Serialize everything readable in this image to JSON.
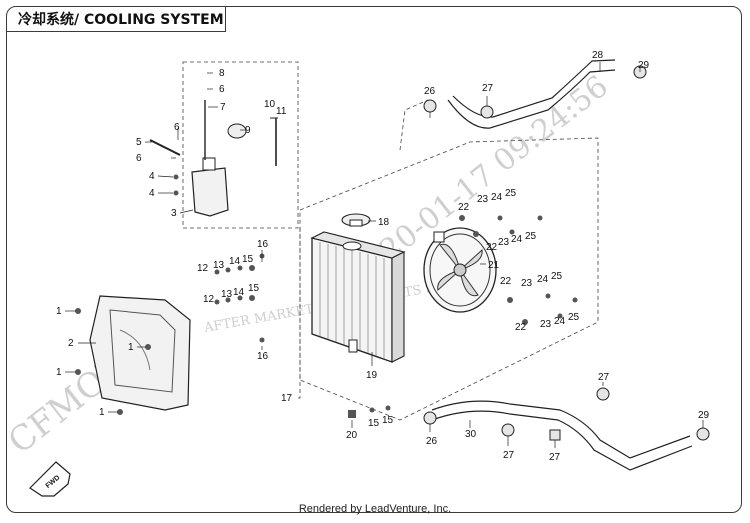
{
  "title": "冷却系统/ COOLING SYSTEM",
  "footer": "Rendered by LeadVenture, Inc.",
  "watermarks": {
    "brand": "CFMOTO",
    "timestamp": "20-01-17 09:24:56",
    "dealer": "AFTER MARKET DEALER PARTS STORE"
  },
  "direction_tag": "FWD",
  "callouts": {
    "c1a": "1",
    "c1b": "1",
    "c1c": "1",
    "c1d": "1",
    "c2": "2",
    "c3": "3",
    "c4a": "4",
    "c4b": "4",
    "c5": "5",
    "c6a": "6",
    "c6b": "6",
    "c6c": "6",
    "c7": "7",
    "c8": "8",
    "c9": "9",
    "c10": "10",
    "c11": "11",
    "c12a": "12",
    "c12b": "12",
    "c13a": "13",
    "c13b": "13",
    "c14a": "14",
    "c14b": "14",
    "c15a": "15",
    "c15b": "15",
    "c15c": "15",
    "c15d": "15",
    "c16a": "16",
    "c16b": "16",
    "c17": "17",
    "c18": "18",
    "c19": "19",
    "c20": "20",
    "c21": "21",
    "c22a": "22",
    "c22b": "22",
    "c22c": "22",
    "c22d": "22",
    "c23a": "23",
    "c23b": "23",
    "c23c": "23",
    "c23d": "23",
    "c24a": "24",
    "c24b": "24",
    "c24c": "24",
    "c24d": "24",
    "c25a": "25",
    "c25b": "25",
    "c25c": "25",
    "c25d": "25",
    "c26a": "26",
    "c26b": "26",
    "c27a": "27",
    "c27b": "27",
    "c27c": "27",
    "c27d": "27",
    "c28": "28",
    "c29a": "29",
    "c29b": "29",
    "c30": "30"
  }
}
